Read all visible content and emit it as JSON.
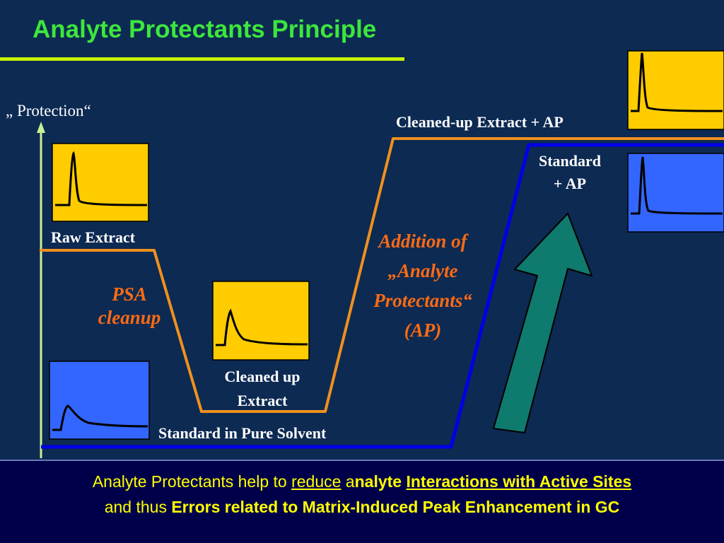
{
  "title": "Analyte Protectants Principle",
  "y_axis_label": "„ Protection“",
  "states": {
    "raw_extract": "Raw Extract",
    "cleaned_up_extract_1": "Cleaned up",
    "cleaned_up_extract_2": "Extract",
    "standard_pure_solvent": "Standard in Pure Solvent",
    "cleaned_extract_ap": "Cleaned-up Extract + AP",
    "standard_ap_1": "Standard",
    "standard_ap_2": "+ AP"
  },
  "steps": {
    "psa_1": "PSA",
    "psa_2": "cleanup",
    "addition_1": "Addition of",
    "addition_2": "„Analyte",
    "addition_3": "Protectants“",
    "addition_4": "(AP)"
  },
  "bottom": {
    "l1_a": "Analyte Protectants help to ",
    "l1_b": "reduce",
    "l1_c": " a",
    "l1_d": "nalyte ",
    "l1_e": "Interactions with Active Sites",
    "l2_a": "and thus ",
    "l2_b": "Errors related to Matrix-Induced Peak Enhancement in GC"
  },
  "colors": {
    "background": "#0c2a52",
    "title": "#3de63d",
    "underline": "#c8f000",
    "matrix_path": "#f0901e",
    "standard_path": "#0000e6",
    "axis": "#c8f096",
    "arrow": "#0f7a6e",
    "yellow_panel": "#ffcc00",
    "blue_panel": "#3366ff",
    "step_text": "#ff6a14",
    "highlight_text": "#ffff00"
  },
  "chromatogram_icons": [
    "raw-extract-peak",
    "cleaned-extract-peak",
    "standard-solvent-peak",
    "cleaned-extract-ap-peak",
    "standard-ap-peak"
  ]
}
